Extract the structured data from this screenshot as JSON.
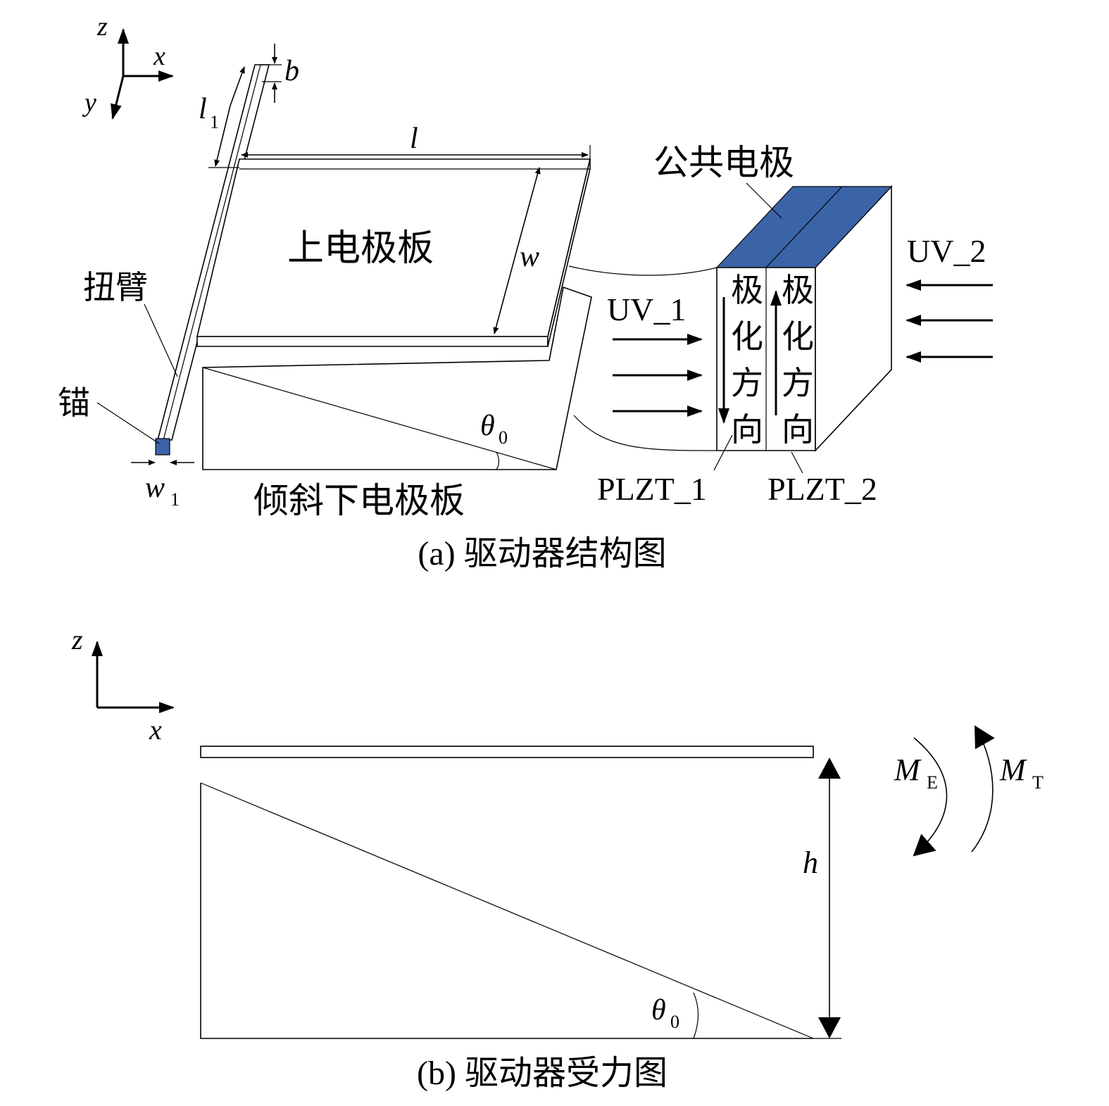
{
  "figure_a": {
    "axes": {
      "z": "z",
      "x": "x",
      "y": "y"
    },
    "dims": {
      "b": "b",
      "l1": "l",
      "l1_sub": "1",
      "l": "l",
      "w": "w",
      "w1": "w",
      "w1_sub": "1",
      "theta": "θ",
      "theta_sub": "0"
    },
    "labels": {
      "upper_plate": "上电极板",
      "torsion_arm": "扭臂",
      "anchor": "锚",
      "lower_plate": "倾斜下电极板",
      "common_electrode": "公共电极",
      "uv1": "UV_1",
      "uv2": "UV_2",
      "polar_chars": [
        "极",
        "化",
        "方",
        "向"
      ],
      "plzt1": "PLZT_1",
      "plzt2": "PLZT_2"
    },
    "caption": "(a) 驱动器结构图"
  },
  "figure_b": {
    "axes": {
      "z": "z",
      "x": "x"
    },
    "labels": {
      "me": "M",
      "me_sub": "E",
      "mt": "M",
      "mt_sub": "T",
      "h": "h",
      "theta": "θ",
      "theta_sub": "0"
    },
    "caption": "(b) 驱动器受力图"
  },
  "colors": {
    "electrode_blue": "#3b64a8",
    "line": "#000000"
  }
}
